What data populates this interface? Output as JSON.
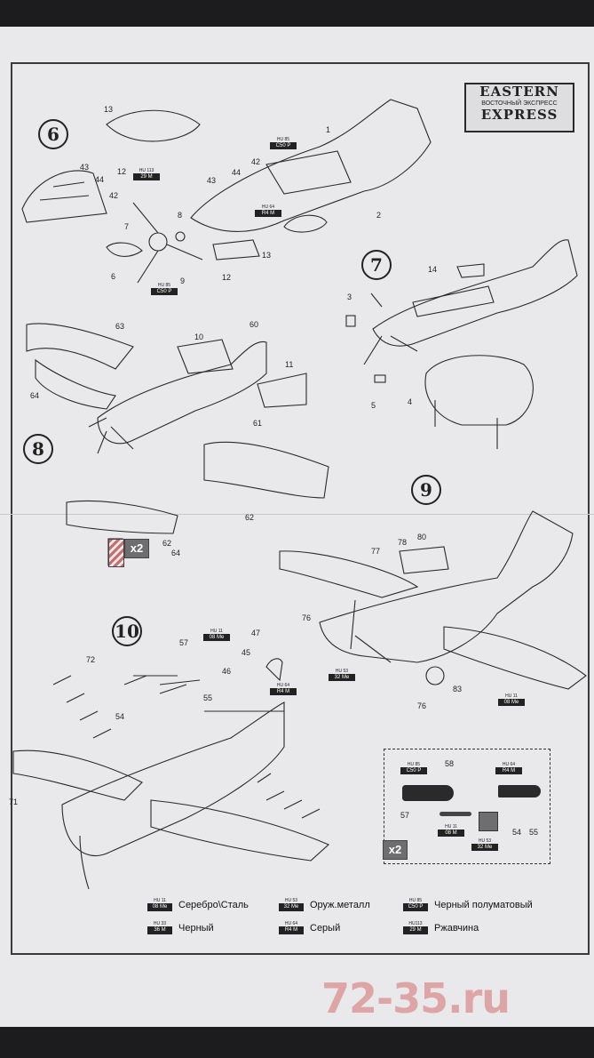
{
  "logo": {
    "line1": "EASTERN",
    "line2": "ВОСТОЧНЫЙ ЭКСПРЕСС",
    "line3": "EXPRESS"
  },
  "steps": [
    "6",
    "7",
    "8",
    "9",
    "10"
  ],
  "part_numbers": {
    "s6": [
      "13",
      "12",
      "43",
      "44",
      "42",
      "1",
      "2",
      "7",
      "8",
      "6",
      "9",
      "12",
      "13",
      "43",
      "44",
      "42"
    ],
    "s7": [
      "14",
      "3",
      "5",
      "4"
    ],
    "s8": [
      "63",
      "10",
      "60",
      "11",
      "64",
      "61",
      "62",
      "62",
      "64"
    ],
    "s9": [
      "78",
      "80",
      "77",
      "76",
      "76",
      "83"
    ],
    "s10": [
      "57",
      "47",
      "72",
      "45",
      "46",
      "55",
      "54",
      "71",
      "58",
      "57",
      "54",
      "55"
    ]
  },
  "paint_badges": {
    "s6_a": {
      "code": "HU 85",
      "label": "C50 P"
    },
    "s6_b": {
      "code": "HU 113",
      "label": "29 M"
    },
    "s6_c": {
      "code": "HU 64",
      "label": "R4 M"
    },
    "s6_d": {
      "code": "HU 85",
      "label": "C50 P"
    },
    "s9_a": {
      "code": "HU 53",
      "label": "32 Me"
    },
    "s9_b": {
      "code": "HU 11",
      "label": "08 Me"
    },
    "s10_a": {
      "code": "HU 11",
      "label": "08 Me"
    },
    "s10_b": {
      "code": "HU 64",
      "label": "R4 M"
    },
    "box_a": {
      "code": "HU 85",
      "label": "C50 P"
    },
    "box_b": {
      "code": "HU 64",
      "label": "R4 M"
    },
    "box_c": {
      "code": "HU 11",
      "label": "08 M"
    },
    "box_d": {
      "code": "HU 53",
      "label": "32 Me"
    }
  },
  "multipliers": {
    "s8": "x2",
    "s10": "x2"
  },
  "legend": [
    {
      "code": "HU 11",
      "label": "08 Me",
      "name": "Серебро\\Сталь"
    },
    {
      "code": "HU 53",
      "label": "32 Me",
      "name": "Оруж.металл"
    },
    {
      "code": "HU 85",
      "label": "C50 P",
      "name": "Черный полуматовый"
    },
    {
      "code": "HU 33",
      "label": "36 M",
      "name": "Черный"
    },
    {
      "code": "HU 64",
      "label": "R4 M",
      "name": "Серый"
    },
    {
      "code": "HU113",
      "label": "29 M",
      "name": "Ржавчина"
    }
  ],
  "watermark": "72-35.ru"
}
